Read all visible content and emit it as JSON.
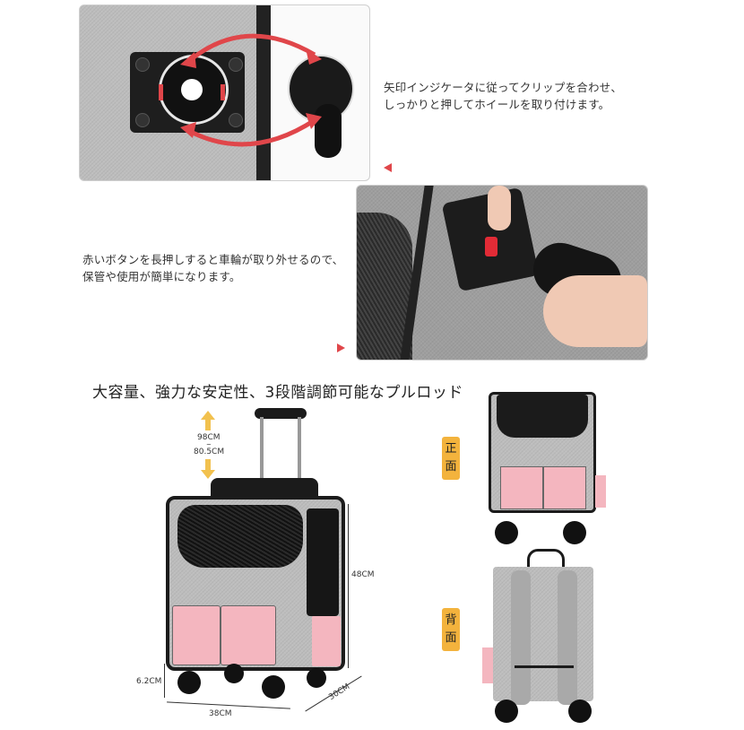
{
  "section1": {
    "caption_line1": "矢印インジケータに従ってクリップを合わせ、",
    "caption_line2": "しっかりと押してホイールを取り付けます。",
    "photo": "wheel-mount-alignment-photo"
  },
  "section2": {
    "caption_line1": "赤いボタンを長押しすると車輪が取り外せるので、",
    "caption_line2": "保管や使用が簡単になります。",
    "photo": "wheel-release-button-photo"
  },
  "section3": {
    "title": "大容量、強力な安定性、3段階調節可能なプルロッド",
    "dimensions": {
      "handle_top": "98CM",
      "handle_sep": "~",
      "handle_bottom": "80.5CM",
      "height": "48CM",
      "wheel_height": "6.2CM",
      "width": "38CM",
      "depth": "30CM"
    },
    "front_label": [
      "正",
      "面"
    ],
    "back_label": [
      "背",
      "面"
    ]
  },
  "colors": {
    "accent_red": "#e0464a",
    "badge_yellow": "#f3b33d",
    "arrow_yellow": "#f2c14e",
    "pink": "#f4b6bf",
    "gray": "#bdbdbd",
    "black": "#1b1b1b"
  }
}
